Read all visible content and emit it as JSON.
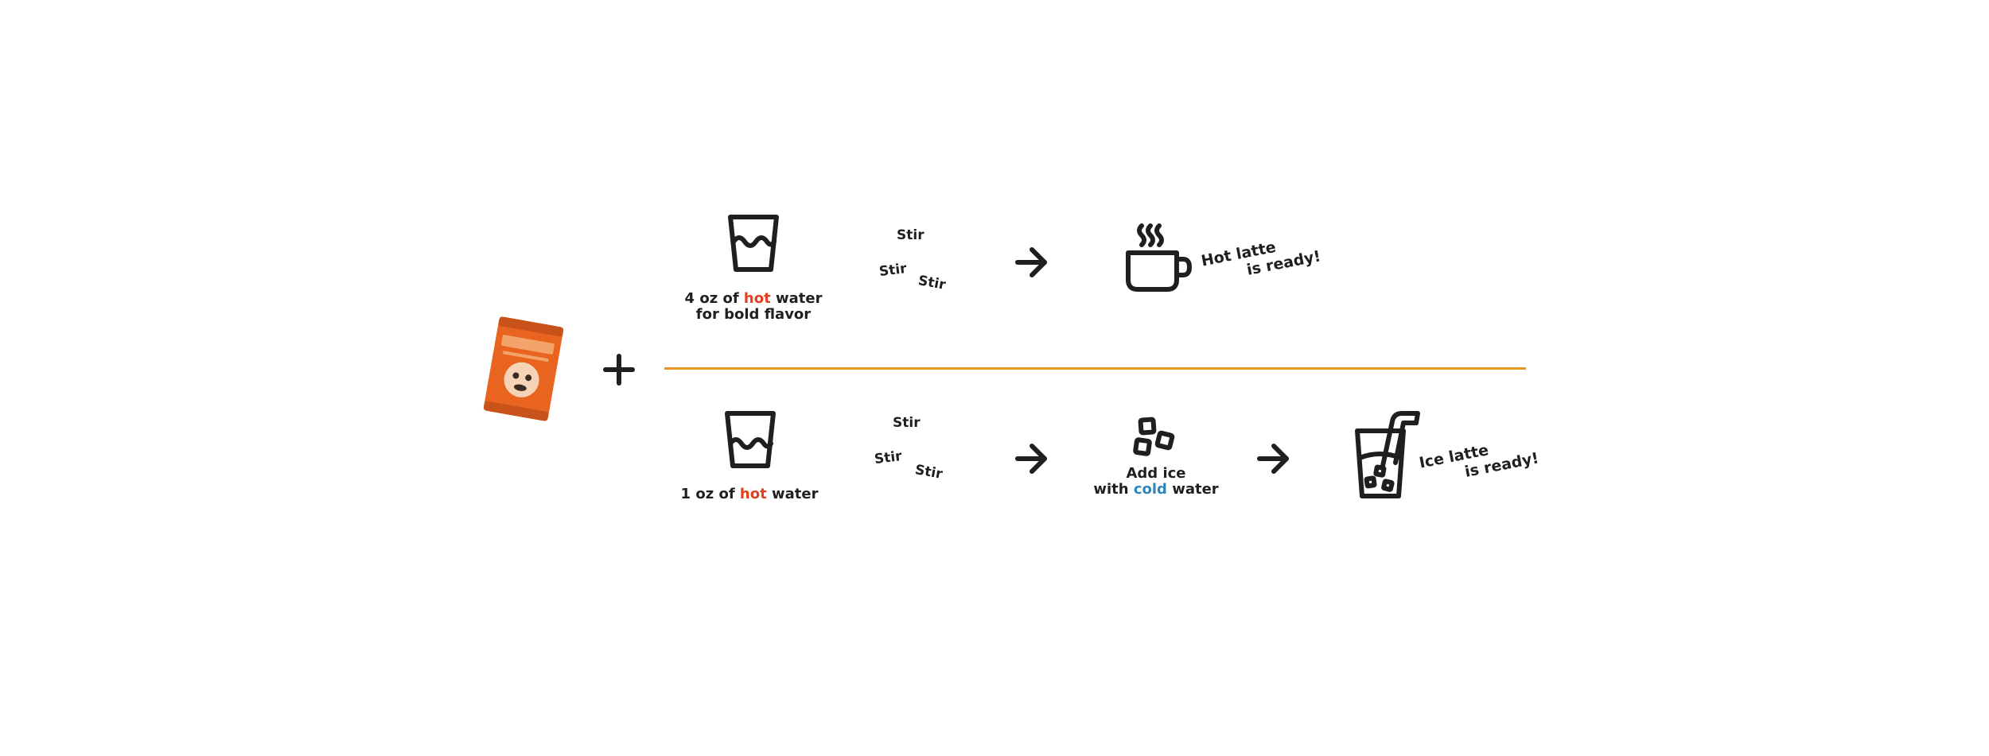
{
  "top_row": {
    "caption": {
      "prefix": "4 oz of ",
      "hot": "hot",
      "suffix": " water",
      "line2": "for bold flavor"
    },
    "stir_words": [
      "Stir",
      "Stir",
      "Stir"
    ],
    "result": {
      "line1": "Hot latte",
      "line2": "is ready!"
    }
  },
  "bottom_row": {
    "caption": {
      "prefix": "1 oz of ",
      "hot": "hot",
      "suffix": " water"
    },
    "stir_words": [
      "Stir",
      "Stir",
      "Stir"
    ],
    "ice_step": {
      "line1": "Add ice",
      "line2_prefix": "with ",
      "cold": "cold",
      "line2_suffix": " water"
    },
    "result": {
      "line1": "Ice latte",
      "line2": "is ready!"
    }
  },
  "colors": {
    "hot": "#e2401e",
    "cold": "#2e86b8",
    "divider": "#e8961f",
    "packet": "#e8641f"
  },
  "icons": {
    "packet": "coffee-packet-icon",
    "plus": "plus-icon",
    "glass": "glass-water-icon",
    "arrow": "arrow-right-icon",
    "mug": "hot-mug-icon",
    "ice": "ice-cubes-icon",
    "iced_drink": "iced-drink-icon"
  }
}
